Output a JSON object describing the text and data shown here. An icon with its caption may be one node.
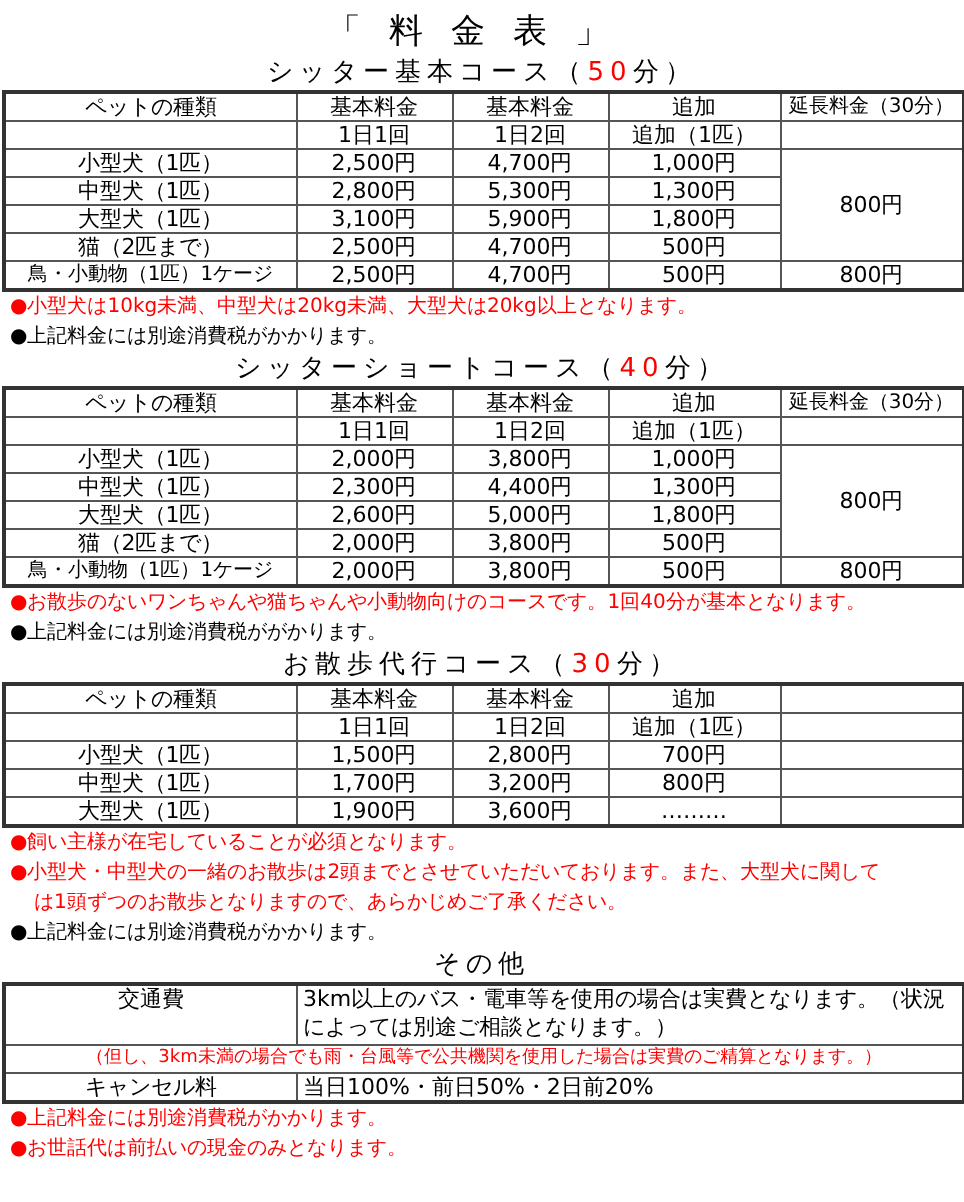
{
  "diagram": {
    "title": "「料金表」",
    "labels": [
      "シッター基本コース（50分）",
      "ペットの種類",
      "基本料金",
      "基本料金",
      "追加",
      "延長料金（30分）",
      "1日1回",
      "1日2回",
      "追加（1匹）",
      "小型犬（1匹）",
      "2,500円",
      "4,700円",
      "1,000円",
      "800円",
      "中型犬（1匹）",
      "2,800円",
      "5,300円",
      "1,300円",
      "大型犬（1匹）",
      "3,100円",
      "5,900円",
      "1,800円",
      "猫（2匹まで）",
      "2,500円",
      "4,700円",
      "500円",
      "鳥・小動物（1匹）1ケージ",
      "2,500円",
      "4,700円",
      "500円",
      "800円",
      "●小型犬は10kg未満、中型犬は20kg未満、大型犬は20kg以上となります。",
      "●上記料金には別途消費税がかかります。",
      "シッターショートコース（40分）",
      "ペットの種類",
      "基本料金",
      "基本料金",
      "追加",
      "延長料金（30分）",
      "1日1回",
      "1日2回",
      "追加（1匹）",
      "小型犬（1匹）",
      "2,000円",
      "3,800円",
      "1,000円",
      "800円",
      "中型犬（1匹）",
      "2,300円",
      "4,400円",
      "1,300円",
      "大型犬（1匹）",
      "2,600円",
      "5,000円",
      "1,800円",
      "猫（2匹まで）",
      "2,000円",
      "3,800円",
      "500円",
      "鳥・小動物（1匹）1ケージ",
      "2,000円",
      "3,800円",
      "500円",
      "800円",
      "●お散歩のないワンちゃんや猫ちゃんや小動物向けのコースです。1回40分が基本となります。",
      "●上記料金には別途消費税ががかります。",
      "お散歩代行コース（30分）",
      "ペットの種類",
      "基本料金",
      "基本料金",
      "追加",
      "1日1回",
      "1日2回",
      "追加（1匹）",
      "小型犬（1匹）",
      "1,500円",
      "2,800円",
      "700円",
      "中型犬（1匹）",
      "1,700円",
      "3,200円",
      "800円",
      "大型犬（1匹）",
      "1,900円",
      "3,600円",
      "………",
      "●飼い主様が在宅していることが必須となります。",
      "●小型犬・中型犬の一緒のお散歩は2頭までとさせていただいております。また、大型犬に関しては1頭ずつのお散歩となりますので、あらかじめご了承ください。",
      "●上記料金には別途消費税がかかります。",
      "その他",
      "交通費",
      "3km以上のバス・電車等を使用の場合は実費となります。（状況によっては別途ご相談となります。）",
      "（但し、3km未満の場合でも雨・台風等で公共機関を使用した場合は実費のご精算となります。）",
      "キャンセル料",
      "当日100%・前日50%・2日前20%",
      "●上記料金には別途消費税がかかります。",
      "●お世話代は前払いの現金のみとなります。"
    ]
  }
}
